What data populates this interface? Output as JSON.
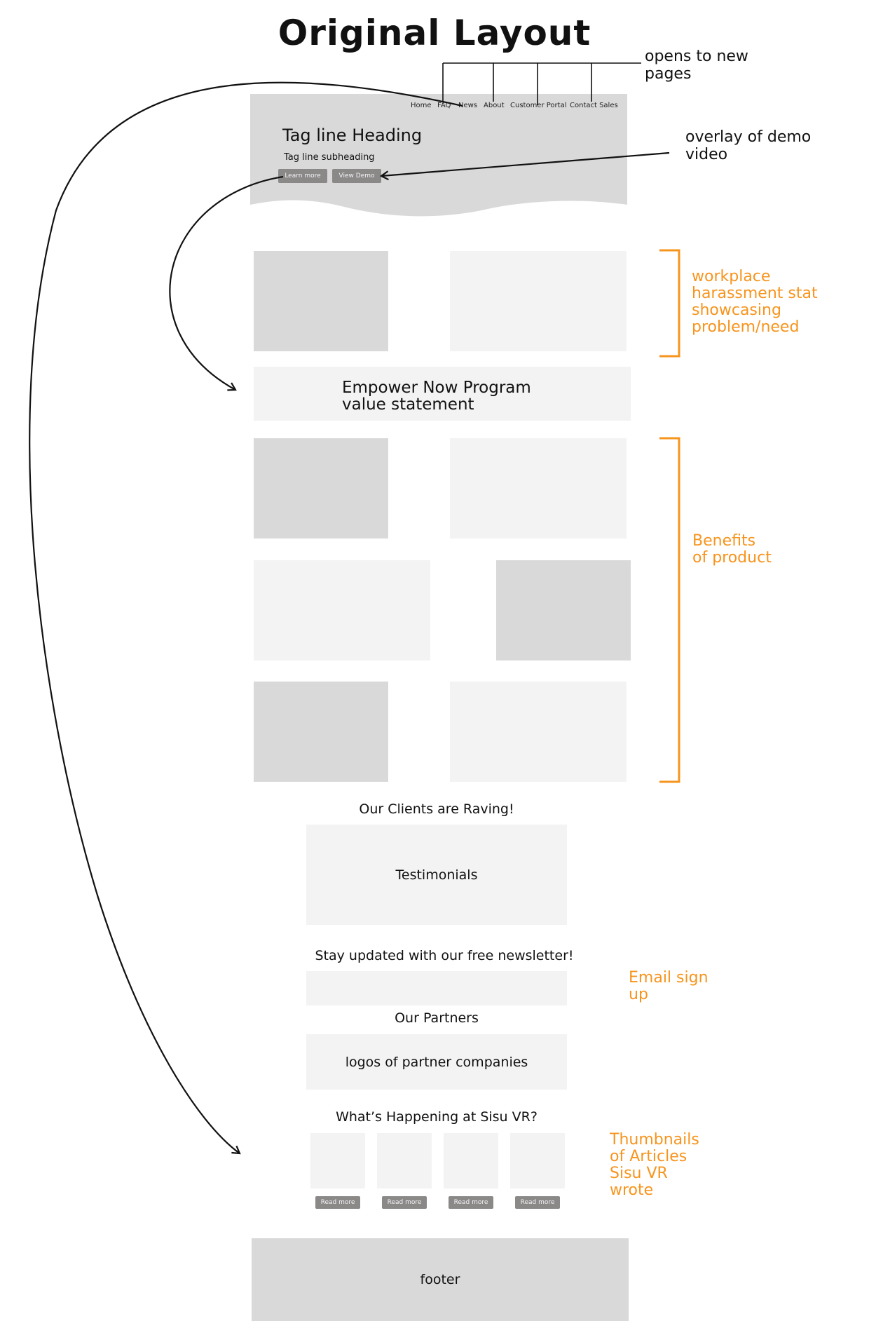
{
  "title": "Original Layout",
  "nav": [
    "Home",
    "FAQ",
    "News",
    "About",
    "Customer Portal",
    "Contact Sales"
  ],
  "hero": {
    "heading": "Tag line Heading",
    "subheading": "Tag line subheading",
    "learn_more": "Learn more",
    "view_demo": "View Demo"
  },
  "notes": {
    "new_pages_1": "opens to new",
    "new_pages_2": "pages",
    "demo_1": "overlay of demo",
    "demo_2": "video"
  },
  "annotations": {
    "stat_1": "workplace",
    "stat_2": "harassment stat",
    "stat_3": "showcasing",
    "stat_4": "problem/need",
    "benefits_1": "Benefits",
    "benefits_2": "of product",
    "email_1": "Email sign",
    "email_2": "up",
    "thumbs_1": "Thumbnails",
    "thumbs_2": "of Articles",
    "thumbs_3": "Sisu VR",
    "thumbs_4": "wrote"
  },
  "value": {
    "line1": "Empower Now Program",
    "line2": "value statement"
  },
  "clients": {
    "heading": "Our Clients are Raving!",
    "box": "Testimonials"
  },
  "newsletter": {
    "heading": "Stay updated with our free newsletter!"
  },
  "partners": {
    "heading": "Our Partners",
    "box": "logos of partner companies"
  },
  "news": {
    "heading": "What’s Happening at Sisu VR?",
    "read_more": [
      "Read more",
      "Read more",
      "Read more",
      "Read more"
    ]
  },
  "footer": "footer",
  "colors": {
    "accent": "#f7941d",
    "block_dark": "#d9d9d9",
    "block_light": "#f3f3f3",
    "button": "#8b8888"
  }
}
